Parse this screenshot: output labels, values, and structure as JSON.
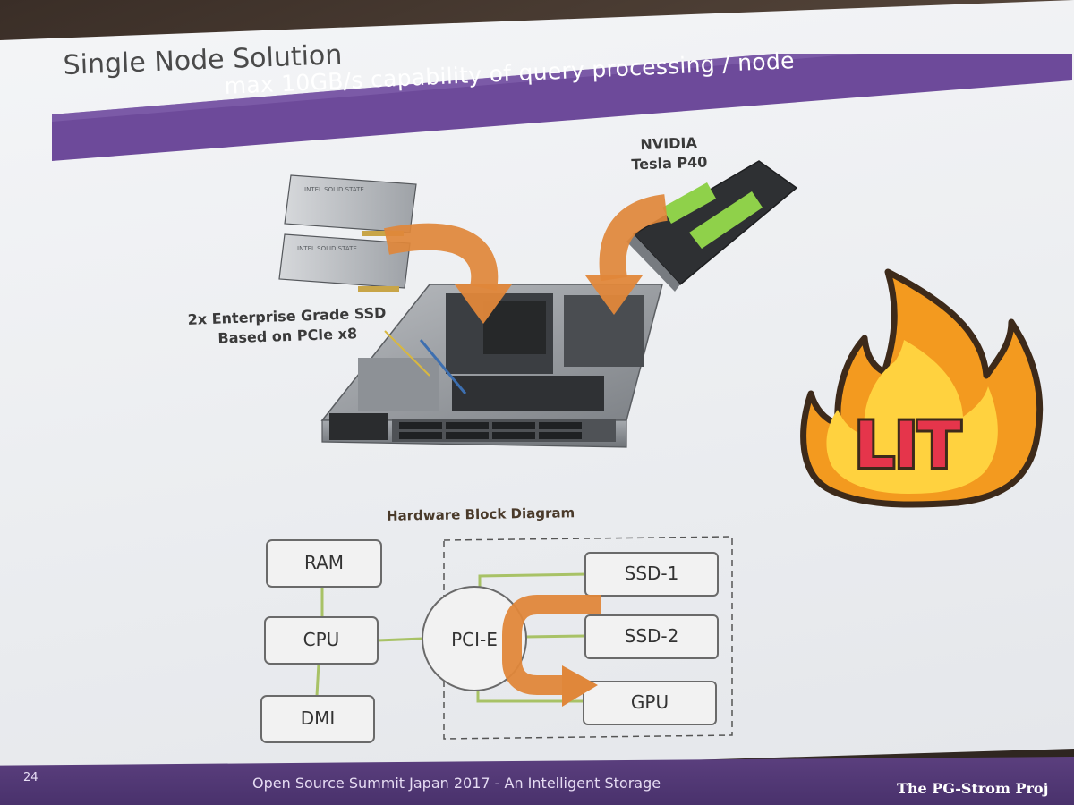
{
  "slide": {
    "title": "Single Node Solution",
    "banner_text": "max 10GB/s capability of query processing / node",
    "ssd_caption_line1": "2x Enterprise Grade SSD",
    "ssd_caption_line2": "Based on PCIe x8",
    "gpu_caption_line1": "NVIDIA",
    "gpu_caption_line2": "Tesla P40"
  },
  "diagram": {
    "title": "Hardware Block Diagram",
    "boxes": {
      "ram": "RAM",
      "cpu": "CPU",
      "dmi": "DMI",
      "pcie": "PCI-E",
      "ssd1": "SSD-1",
      "ssd2": "SSD-2",
      "gpu": "GPU"
    }
  },
  "sticker": {
    "text": "LIT"
  },
  "footer": {
    "page_number": "24",
    "event": "Open Source Summit Japan 2017 - An Intelligent Storage",
    "brand": "The PG-Strom Proj"
  },
  "colors": {
    "banner_purple": "#6d4a9a",
    "arrow_orange": "#e0873a",
    "line_green": "#a8c266",
    "flame_orange": "#f39a1f",
    "flame_yellow": "#ffd23f",
    "lit_red": "#e5354b"
  }
}
